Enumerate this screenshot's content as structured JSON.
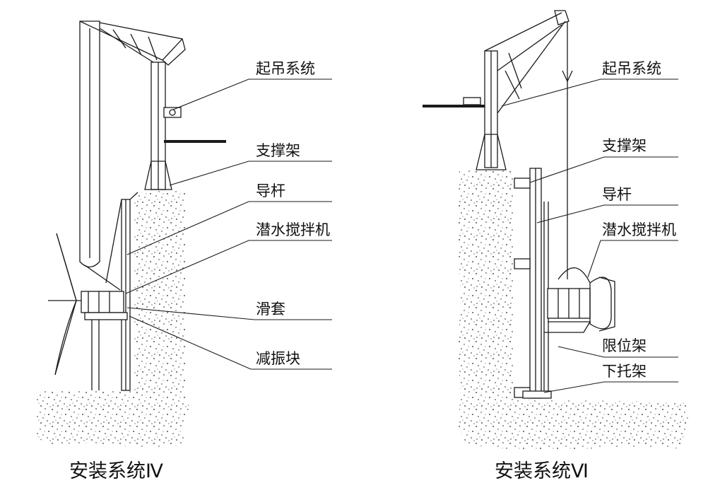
{
  "left": {
    "caption": "安装系统Ⅳ",
    "labels": {
      "lifting": "起吊系统",
      "support": "支撑架",
      "guide": "导杆",
      "mixer": "潜水搅拌机",
      "sleeve": "滑套",
      "damper": "减振块"
    }
  },
  "right": {
    "caption": "安装系统Ⅵ",
    "labels": {
      "lifting": "起吊系统",
      "support": "支撑架",
      "guide": "导杆",
      "mixer": "潜水搅拌机",
      "limit": "限位架",
      "lower": "下托架"
    }
  },
  "colors": {
    "line": "#1a1a1a",
    "background": "#ffffff",
    "speckle": "#222222"
  }
}
